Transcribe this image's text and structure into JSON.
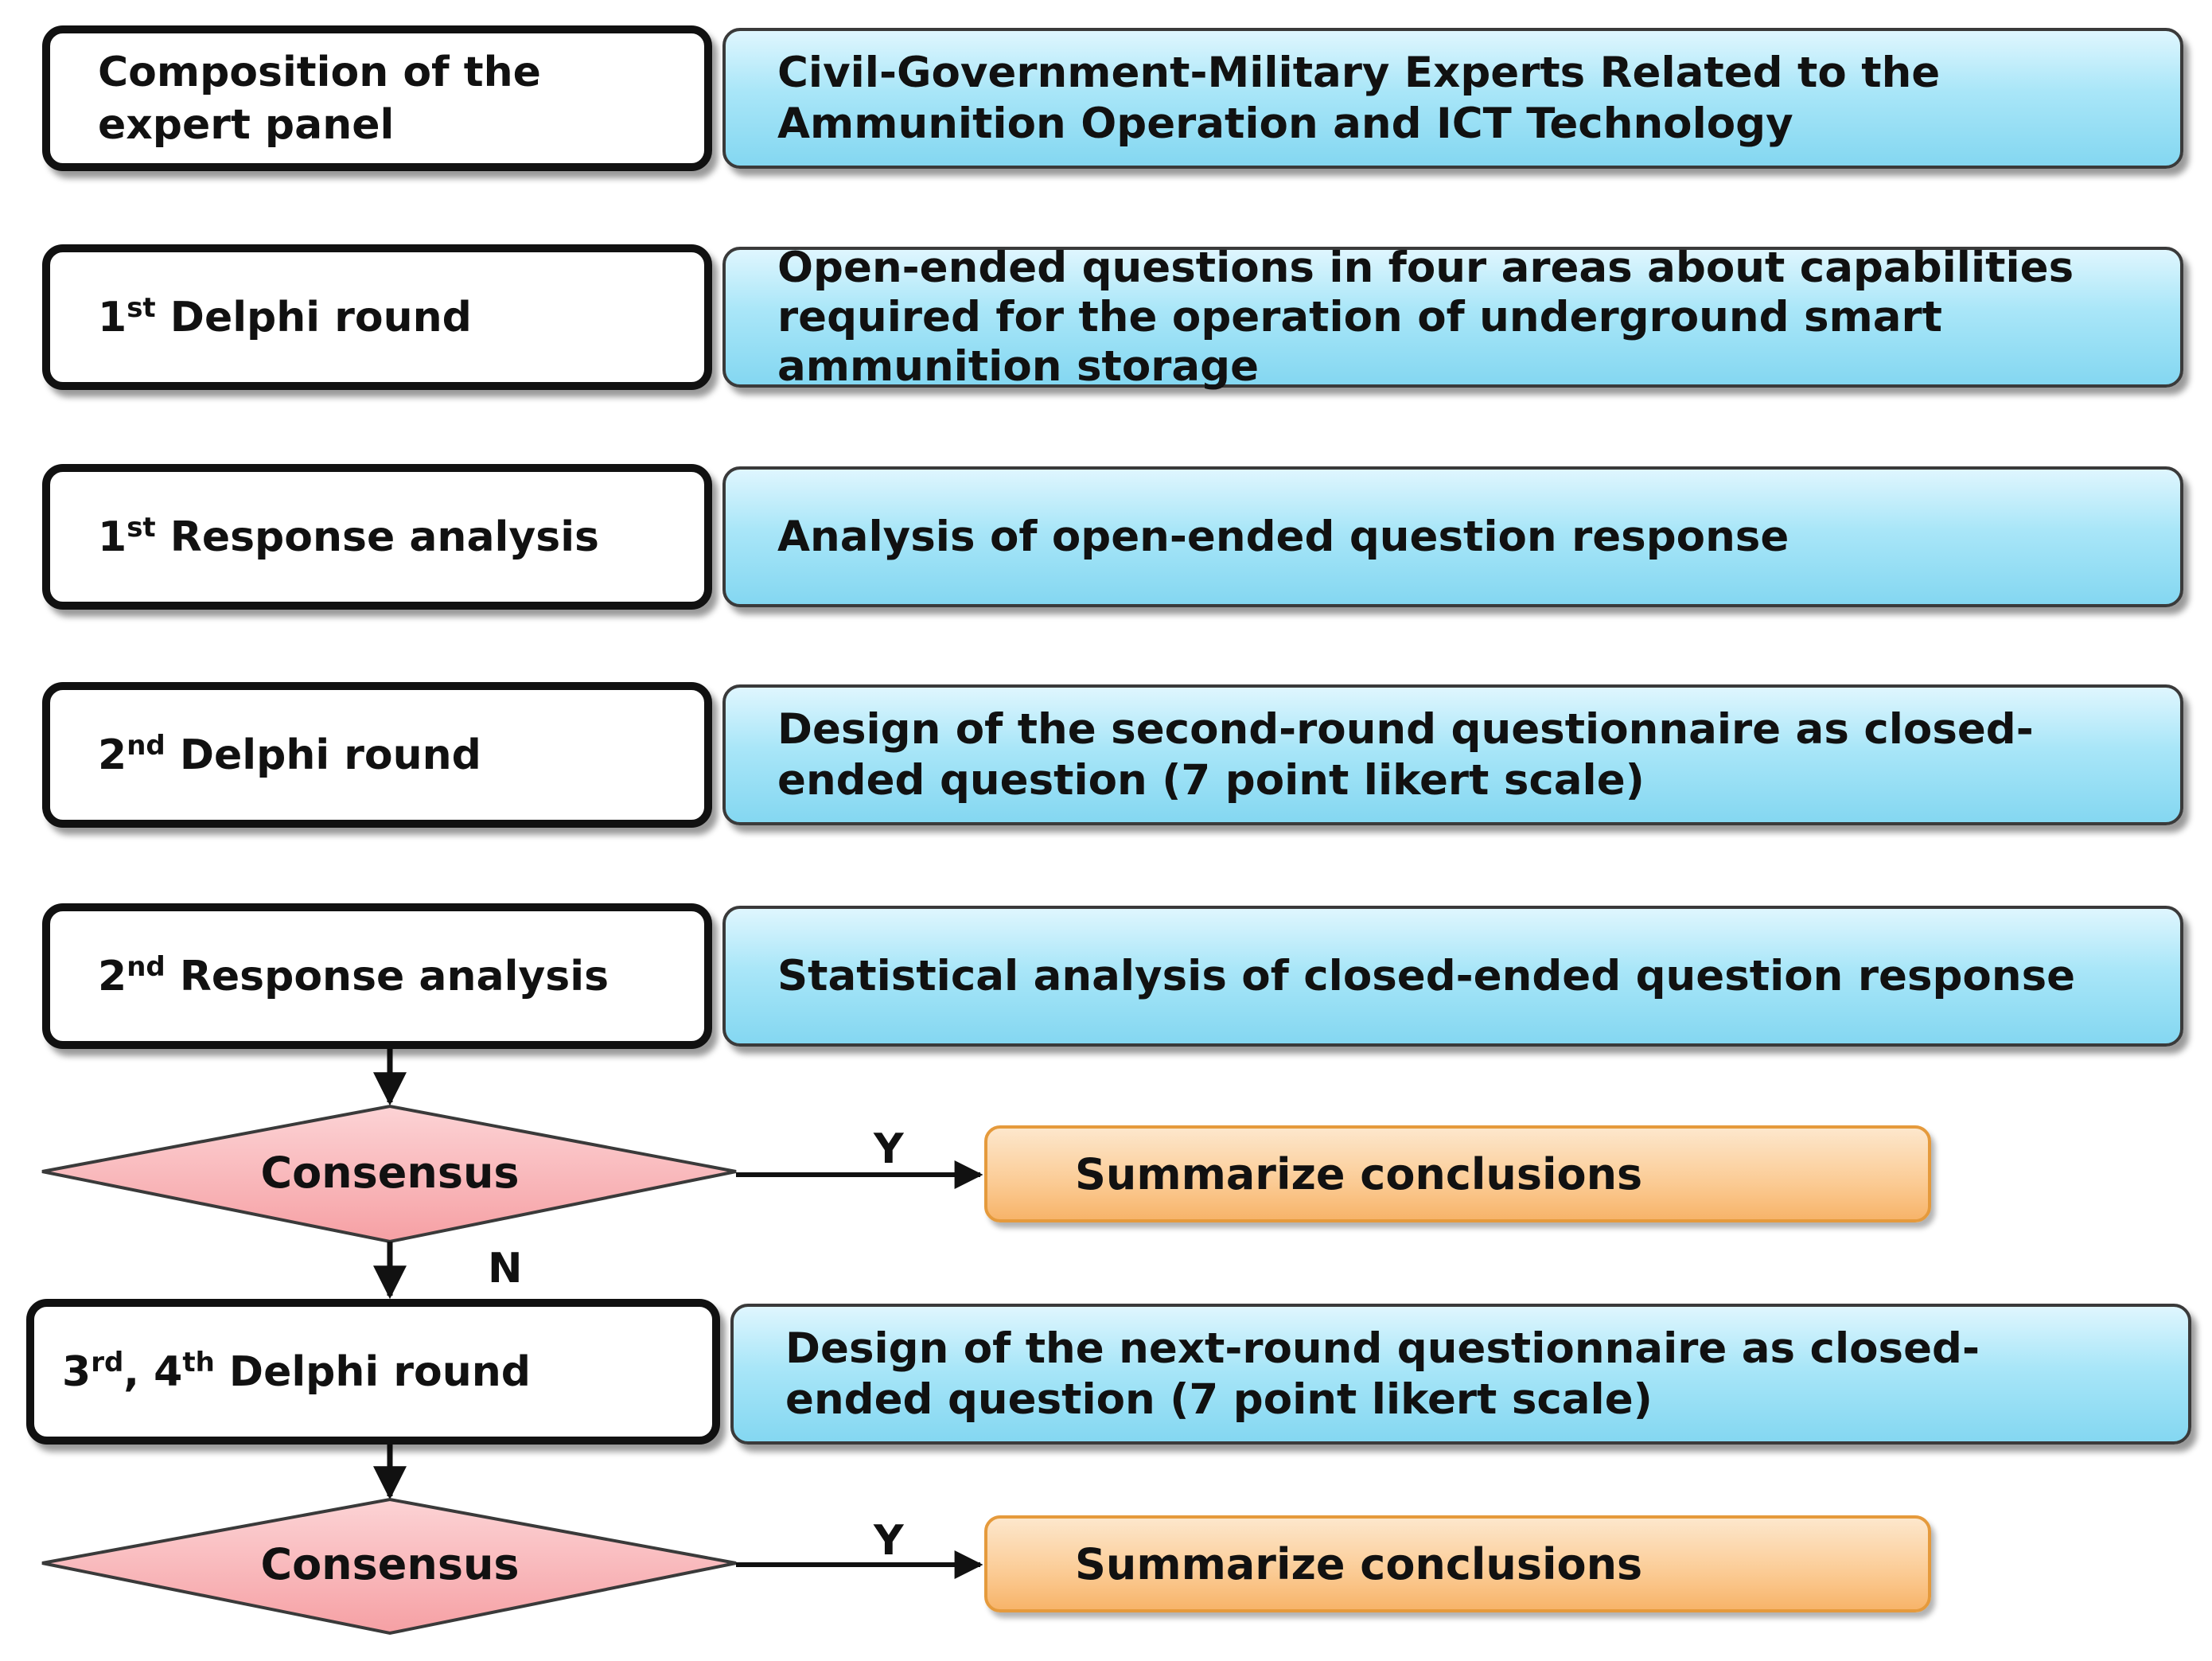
{
  "steps": [
    {
      "label_parts": [
        "Composition of the\nexpert panel"
      ],
      "description": "Civil-Government-Military Experts Related to the\nAmmunition Operation and ICT Technology"
    },
    {
      "label_parts": [
        "1",
        "st",
        " Delphi round"
      ],
      "description": "Open-ended questions in four areas about capabilities\nrequired for the operation of underground smart\nammunition storage"
    },
    {
      "label_parts": [
        "1",
        "st",
        " Response analysis"
      ],
      "description": "Analysis of open-ended question response"
    },
    {
      "label_parts": [
        "2",
        "nd",
        " Delphi round"
      ],
      "description": "Design of the second-round questionnaire as closed-\nended question (7 point likert scale)"
    },
    {
      "label_parts": [
        "2",
        "nd",
        " Response analysis"
      ],
      "description": "Statistical analysis of closed-ended question response"
    },
    {
      "label_parts": [
        "3",
        "rd",
        ", 4",
        "th",
        " Delphi round"
      ],
      "description": "Design of the next-round questionnaire as closed-\nended question (7 point likert scale)"
    }
  ],
  "decisions": [
    {
      "label": "Consensus",
      "yes_label": "Y",
      "no_label": "N",
      "outcome": "Summarize conclusions"
    },
    {
      "label": "Consensus",
      "yes_label": "Y",
      "outcome": "Summarize conclusions"
    }
  ],
  "colors": {
    "description_box": "#a9e6f8",
    "decision_diamond": "#f8b3b6",
    "outcome_box": "#fbcb94",
    "outline": "#111111"
  }
}
